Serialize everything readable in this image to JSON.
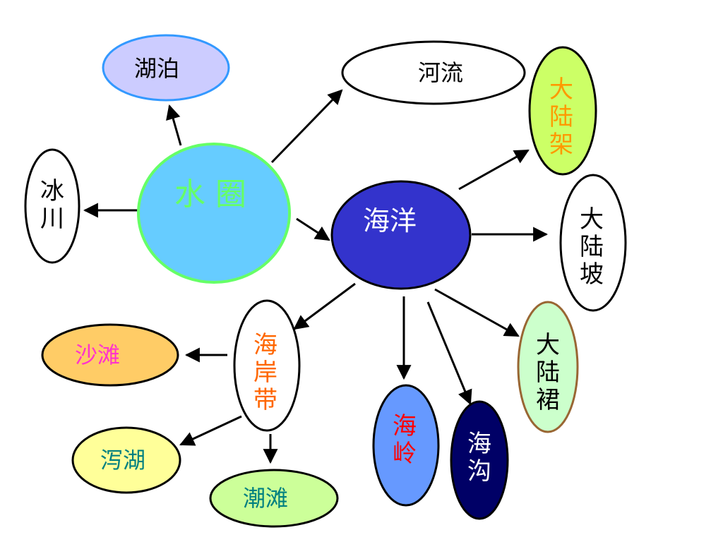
{
  "center": {
    "label": "水 圈",
    "fill": "#66ccff",
    "stroke": "#66ff66",
    "text_color": "#66ff66"
  },
  "lake": {
    "label": "湖泊",
    "fill": "#ccccff",
    "stroke": "#3399ff",
    "text_color": "#000000"
  },
  "river": {
    "label": "河流",
    "fill": "#ffffff",
    "stroke": "#000000",
    "text_color": "#000000"
  },
  "glacier": {
    "label": "冰川",
    "fill": "#ffffff",
    "stroke": "#000000",
    "text_color": "#000000"
  },
  "ocean": {
    "label": "海洋",
    "fill": "#3333cc",
    "stroke": "#000000",
    "text_color": "#ffffff"
  },
  "continental_shelf": {
    "label": "大陆架",
    "fill": "#ccff66",
    "stroke": "#000000",
    "text_color": "#ff9900"
  },
  "continental_slope": {
    "label": "大陆坡",
    "fill": "#ffffff",
    "stroke": "#000000",
    "text_color": "#000000"
  },
  "continental_rise": {
    "label": "大陆裙",
    "fill": "#ccffcc",
    "stroke": "#996633",
    "text_color": "#000000"
  },
  "coast": {
    "label": "海岸带",
    "fill": "#ffffff",
    "stroke": "#000000",
    "text_color": "#ff6600"
  },
  "ridge": {
    "label": "海岭",
    "fill": "#6699ff",
    "stroke": "#000000",
    "text_color": "#ff0000"
  },
  "trench": {
    "label": "海沟",
    "fill": "#000066",
    "stroke": "#000000",
    "text_color": "#ffffff"
  },
  "beach": {
    "label": "沙滩",
    "fill": "#ffcc66",
    "stroke": "#000000",
    "text_color": "#ff33cc"
  },
  "lagoon": {
    "label": "泻湖",
    "fill": "#ffff99",
    "stroke": "#000000",
    "text_color": "#008080"
  },
  "tidal_flat": {
    "label": "潮滩",
    "fill": "#ccff99",
    "stroke": "#000000",
    "text_color": "#008080"
  }
}
